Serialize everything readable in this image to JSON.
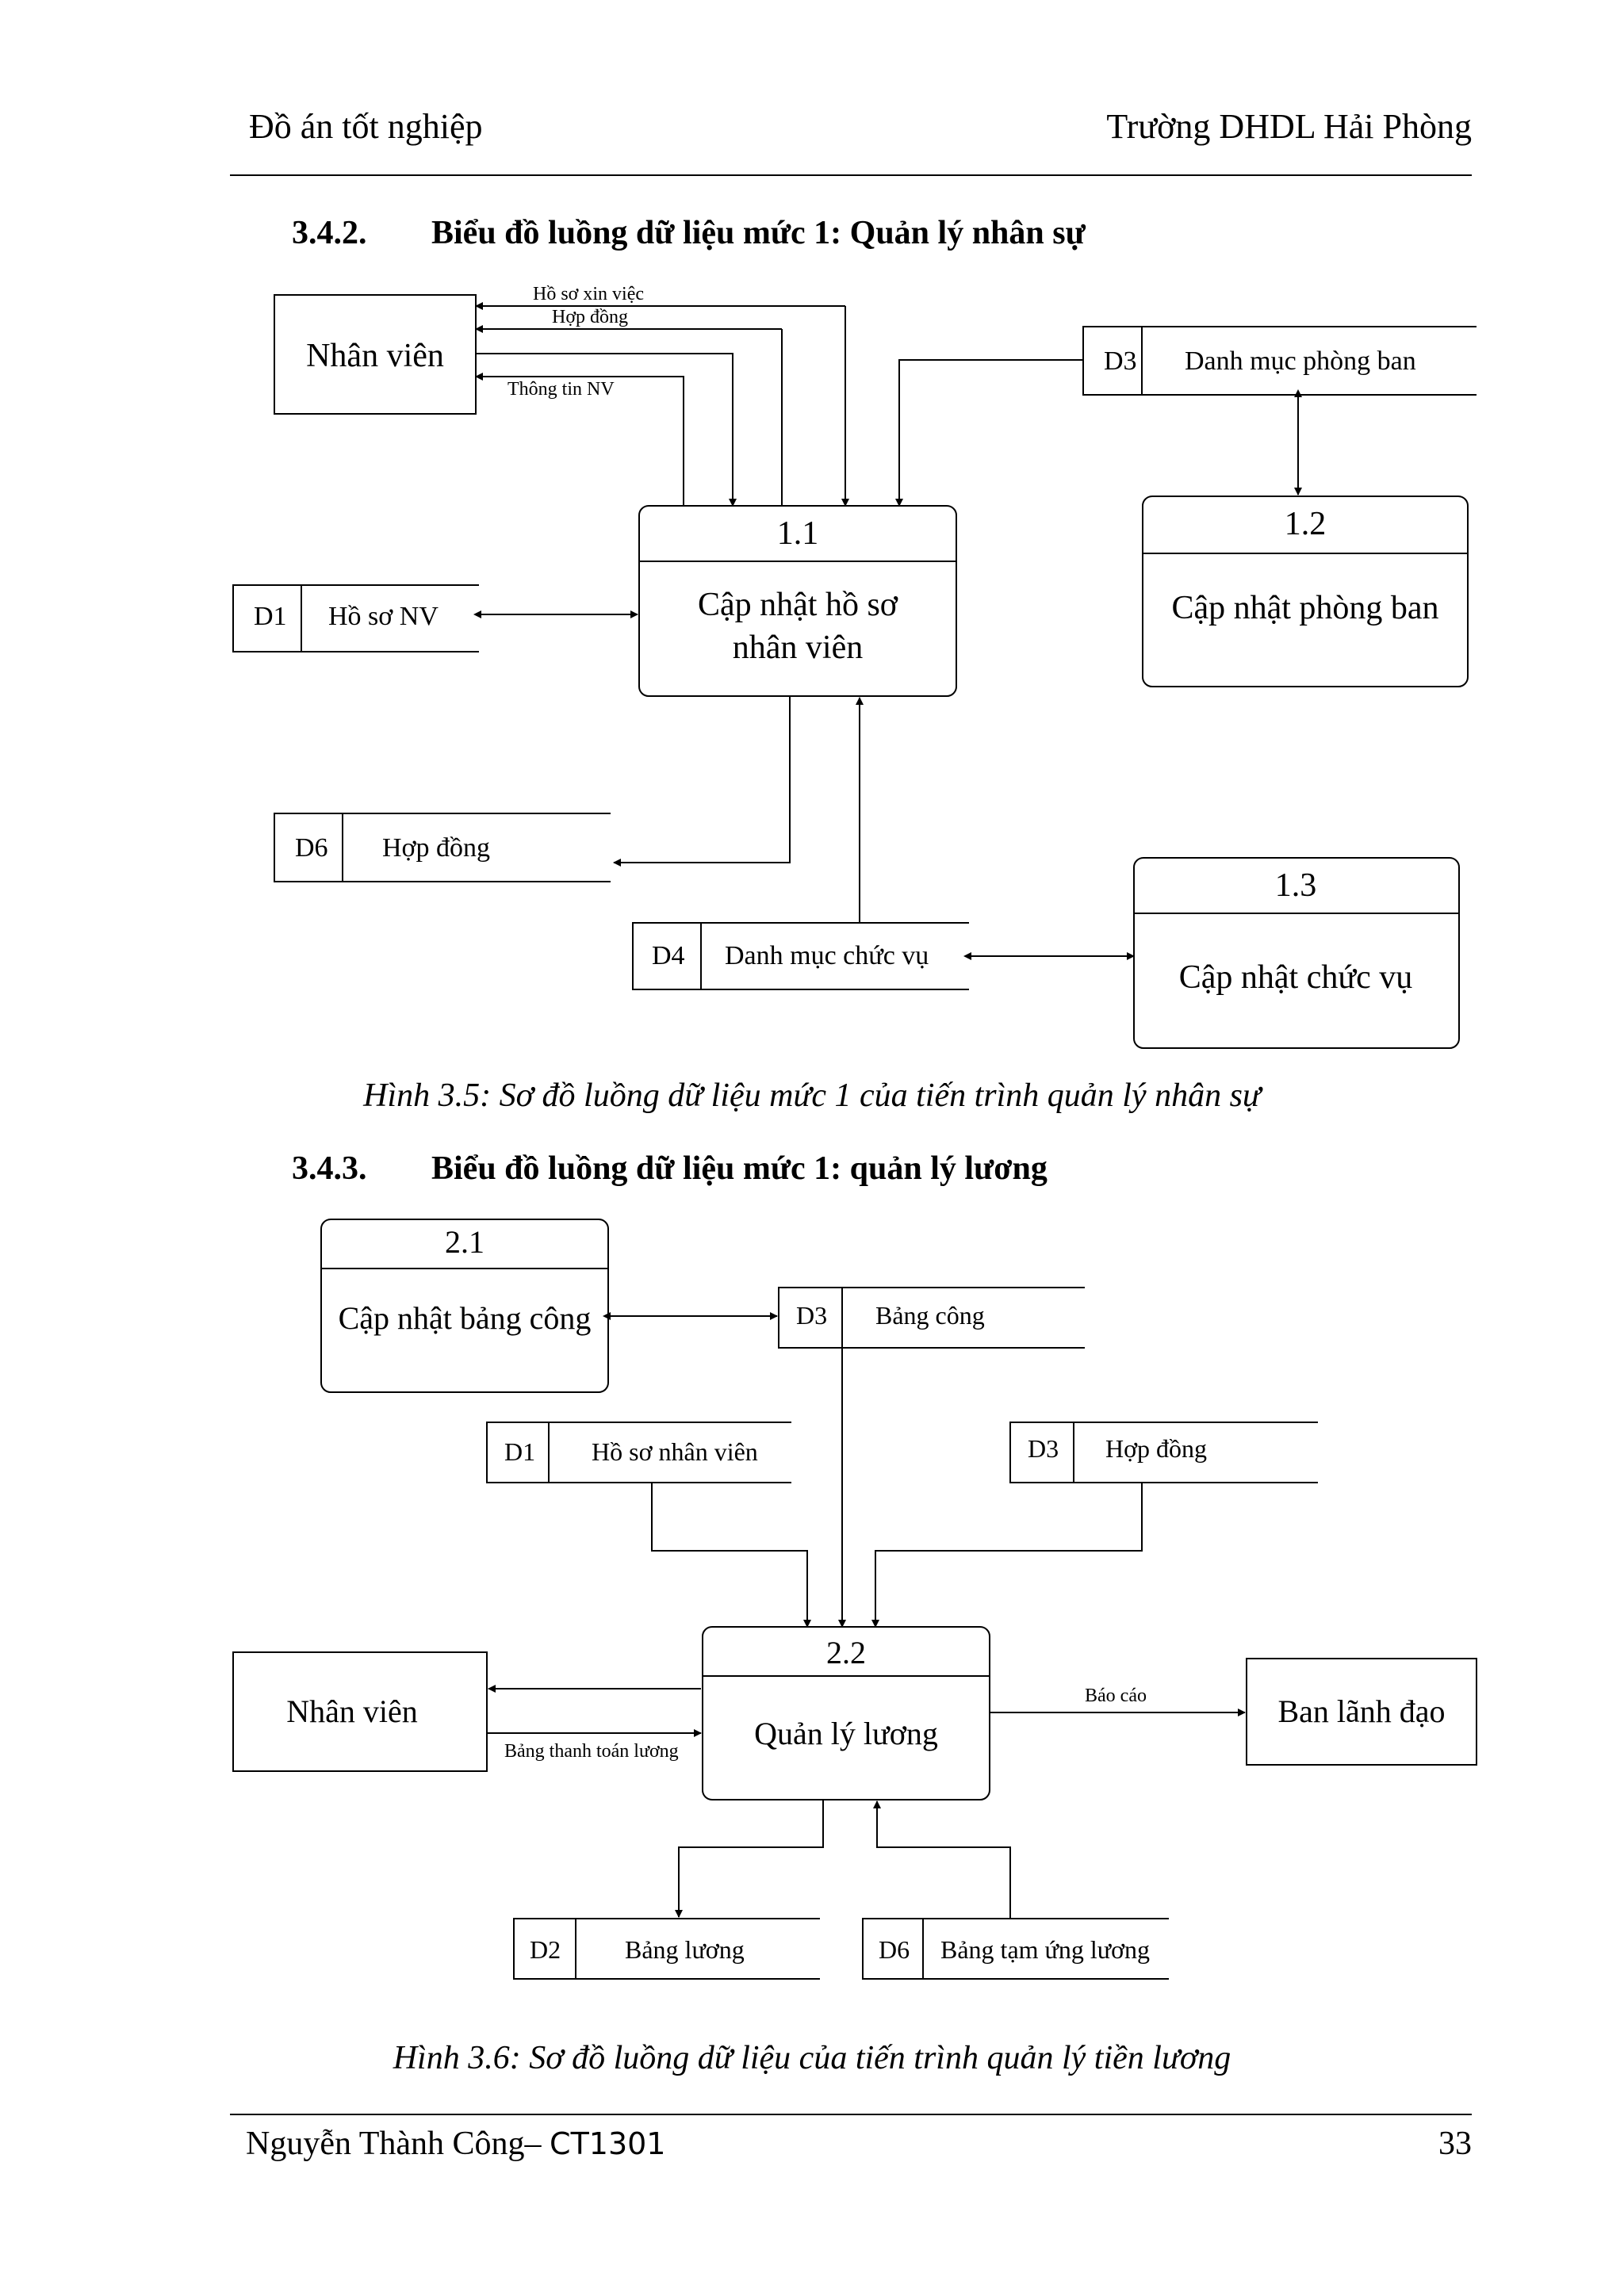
{
  "header": {
    "left": "Đồ án tốt nghiệp",
    "right": "Trường DHDL Hải Phòng"
  },
  "section1": {
    "number": "3.4.2.",
    "title": "Biểu đồ luồng dữ liệu mức 1: Quản lý nhân sự"
  },
  "diagram1": {
    "entity": "Nhân viên",
    "flows": [
      "Hồ sơ xin việc",
      "Hợp đồng",
      "Thông tin NV"
    ],
    "process11": {
      "id": "1.1",
      "label_line1": "Cập nhật hồ sơ",
      "label_line2": "nhân viên"
    },
    "process12": {
      "id": "1.2",
      "label": "Cập nhật phòng ban"
    },
    "process13": {
      "id": "1.3",
      "label": "Cập nhật chức vụ"
    },
    "stores": [
      {
        "id": "D3",
        "name": "Danh mục phòng ban"
      },
      {
        "id": "D1",
        "name": "Hồ sơ NV"
      },
      {
        "id": "D6",
        "name": "Hợp đồng"
      },
      {
        "id": "D4",
        "name": "Danh mục chức vụ"
      }
    ]
  },
  "caption1": "Hình 3.5: Sơ đồ luồng dữ liệu mức 1 của tiến trình quản lý nhân sự",
  "section2": {
    "number": "3.4.3.",
    "title": "Biểu đồ luồng dữ liệu mức 1: quản lý lương"
  },
  "diagram2": {
    "process21": {
      "id": "2.1",
      "label": "Cập nhật bảng công"
    },
    "process22": {
      "id": "2.2",
      "label": "Quản lý lương"
    },
    "entity_staff": "Nhân viên",
    "entity_board": "Ban lãnh đạo",
    "flow_payslip": "Bảng thanh toán lương",
    "flow_report": "Báo cáo",
    "stores": [
      {
        "id": "D3",
        "name": "Bảng công"
      },
      {
        "id": "D1",
        "name": "Hồ sơ nhân viên"
      },
      {
        "id": "D3",
        "name": "Hợp đồng"
      },
      {
        "id": "D2",
        "name": "Bảng lương"
      },
      {
        "id": "D6",
        "name": "Bảng tạm ứng lương"
      }
    ]
  },
  "caption2": "Hình 3.6: Sơ đồ luồng dữ liệu của tiến trình quản lý tiền lương",
  "footer": {
    "author": "Nguyễn Thành Công– ",
    "class_code": "CT1301",
    "page": "33"
  }
}
